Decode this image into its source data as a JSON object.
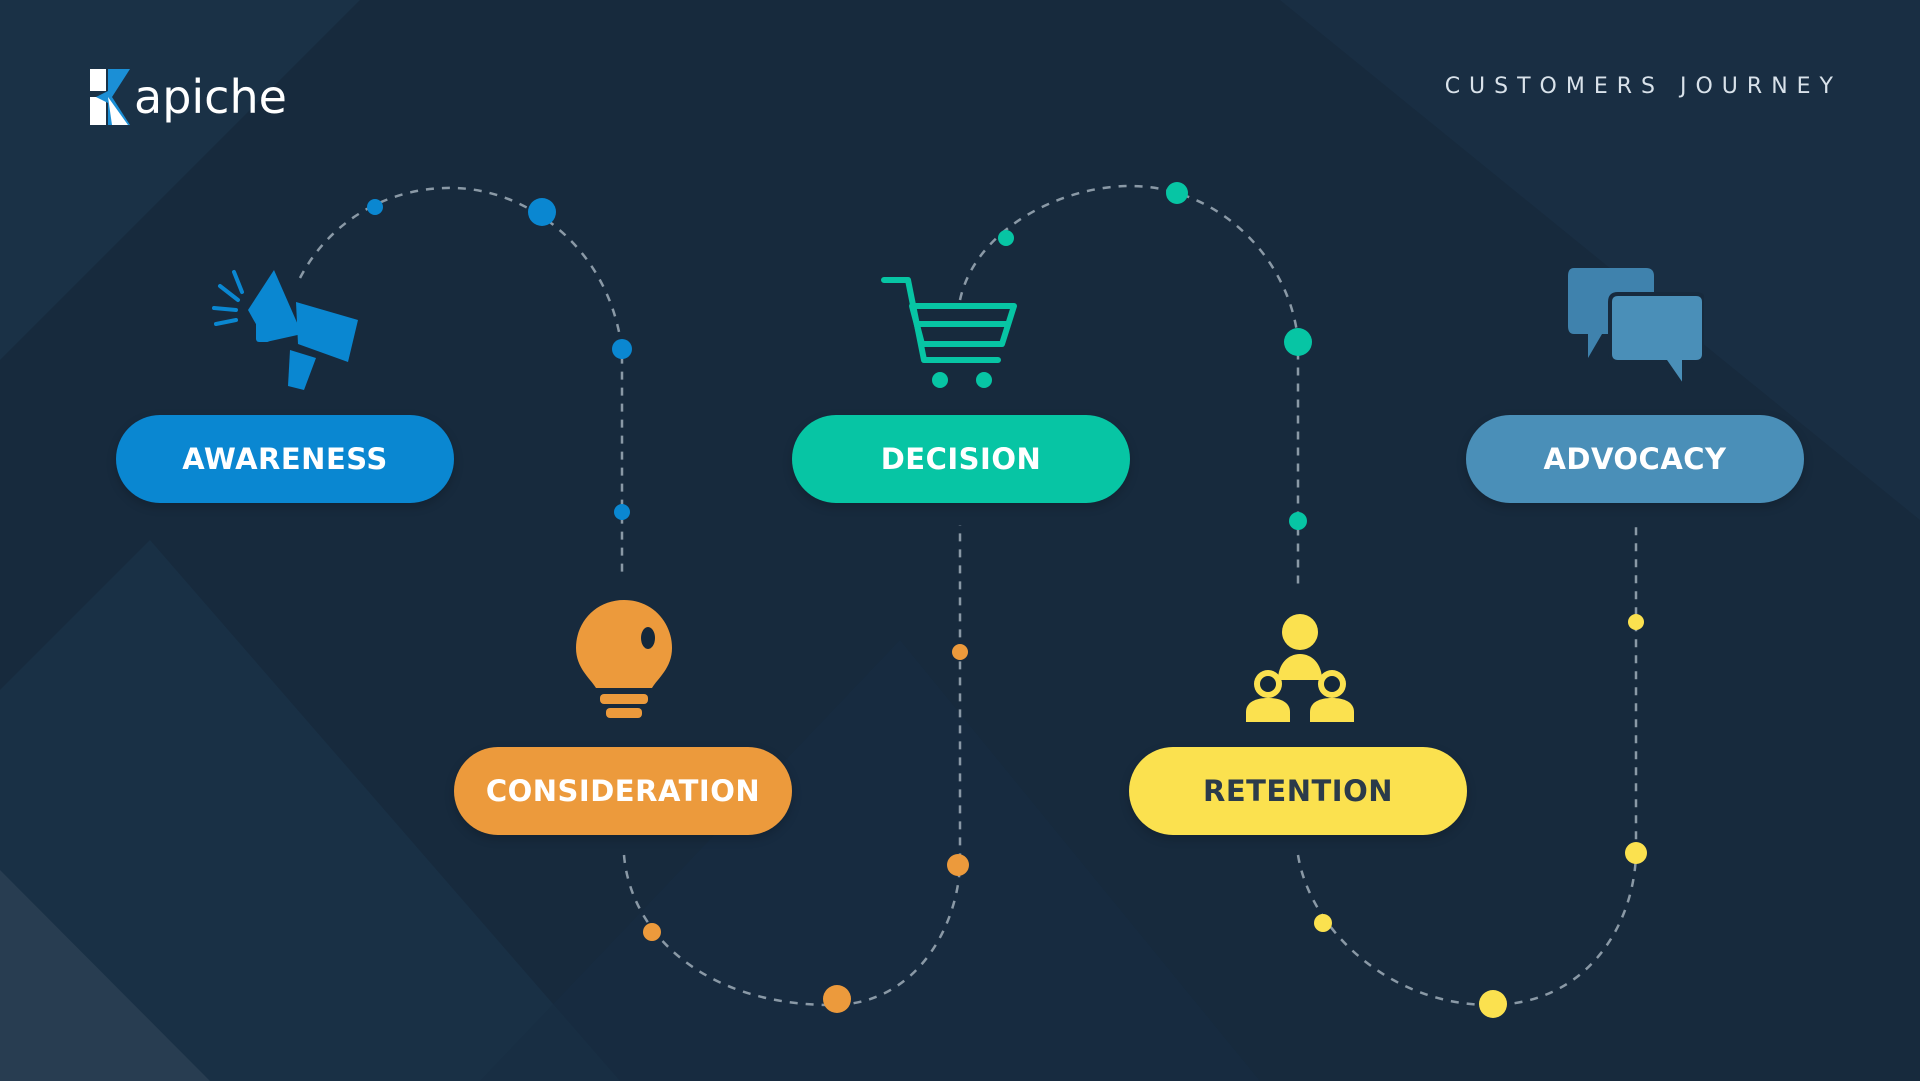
{
  "brand": {
    "name": "apiche"
  },
  "header": {
    "title": "CUSTOMERS JOURNEY"
  },
  "colors": {
    "background": "#172a3d",
    "awareness": "#0a87d1",
    "consideration": "#ec9a3c",
    "decision": "#07c5a4",
    "retention": "#fbe14f",
    "advocacy": "#4a8fb8",
    "path": "#8a99a6"
  },
  "stages": [
    {
      "label": "AWARENESS",
      "icon": "megaphone-icon",
      "color": "#0a87d1",
      "text_color": "#ffffff"
    },
    {
      "label": "CONSIDERATION",
      "icon": "lightbulb-icon",
      "color": "#ec9a3c",
      "text_color": "#ffffff"
    },
    {
      "label": "DECISION",
      "icon": "shopping-cart-icon",
      "color": "#07c5a4",
      "text_color": "#ffffff"
    },
    {
      "label": "RETENTION",
      "icon": "group-icon",
      "color": "#fbe14f",
      "text_color": "#2b3b4a"
    },
    {
      "label": "ADVOCACY",
      "icon": "chat-bubbles-icon",
      "color": "#4a8fb8",
      "text_color": "#ffffff"
    }
  ]
}
